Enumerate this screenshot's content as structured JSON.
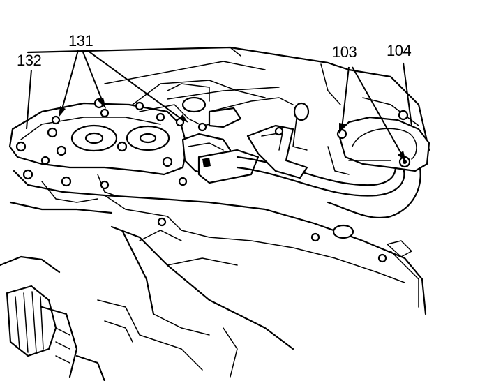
{
  "callouts": {
    "c131": "131",
    "c132": "132",
    "c103": "103",
    "c104": "104"
  },
  "colors": {
    "ink": "#000000",
    "paper": "#ffffff"
  }
}
